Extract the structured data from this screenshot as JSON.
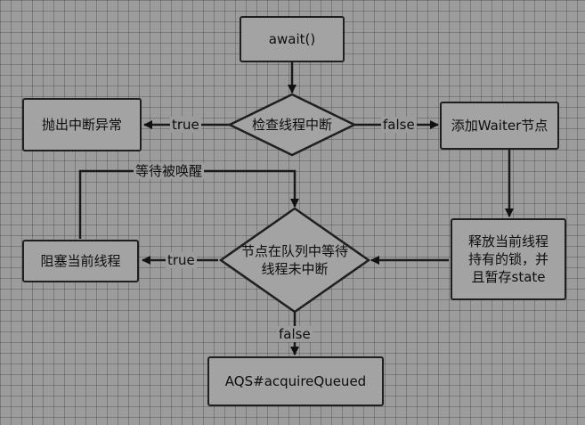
{
  "nodes": {
    "await": "await()",
    "check": "检查线程中断",
    "throw": "抛出中断异常",
    "add_waiter": "添加Waiter节点",
    "release": [
      "释放当前线程",
      "持有的锁，并",
      "且暂存state"
    ],
    "in_queue": [
      "节点在队列中等待",
      "线程未中断"
    ],
    "block": "阻塞当前线程",
    "acquire": "AQS#acquireQueued"
  },
  "edges": {
    "check_true": "true",
    "check_false": "false",
    "queue_true": "true",
    "queue_false": "false",
    "wake": "等待被唤醒"
  }
}
